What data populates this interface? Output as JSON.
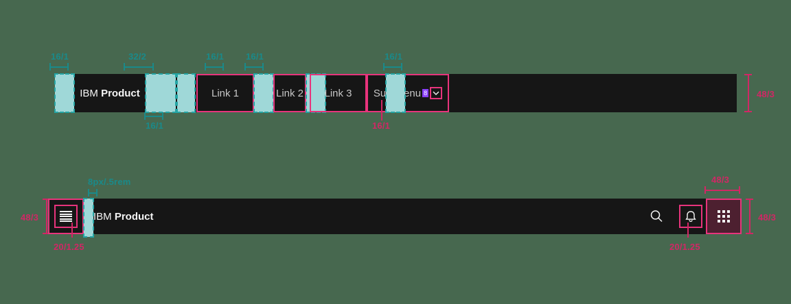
{
  "meta": {
    "background_color": "#47684f",
    "bar_color": "#161616",
    "teal_color": "#1a8a8a",
    "teal_fill": "#9fd8d8",
    "magenta_color": "#d12765",
    "magenta_border": "#e8347c",
    "badge_color": "#8a3ffc",
    "grid_button_color": "#4d2030"
  },
  "top_nav": {
    "brand_prefix": "IBM",
    "brand_name": "Product",
    "links": [
      {
        "label": "Link 1"
      },
      {
        "label": "Link 2"
      },
      {
        "label": "Link 3"
      }
    ],
    "submenu": {
      "label": "Sub-menu",
      "badge": "8",
      "chevron_icon": "chevron-down-icon"
    },
    "annotations": {
      "left_pad": "16/1",
      "brand_gap": "32/2",
      "divider_gap": "16/1",
      "link_gap_1": "16/1",
      "link_gap_2": "16/1",
      "trailing_gap": "16/1",
      "submenu_chevron": "16/1",
      "height": "48/3"
    }
  },
  "bottom_header": {
    "brand_prefix": "IBM",
    "brand_name": "Product",
    "actions": [
      {
        "name": "search-icon",
        "label": "Search"
      },
      {
        "name": "notification-bell-icon",
        "label": "Notifications"
      },
      {
        "name": "app-switcher-grid-icon",
        "label": "App switcher"
      }
    ],
    "annotations": {
      "menu_height": "48/3",
      "menu_icon_size": "20/1.25",
      "brand_gap": "8px/.5rem",
      "bell_icon_size": "20/1.25",
      "grid_button_width": "48/3",
      "grid_button_height": "48/3"
    }
  }
}
